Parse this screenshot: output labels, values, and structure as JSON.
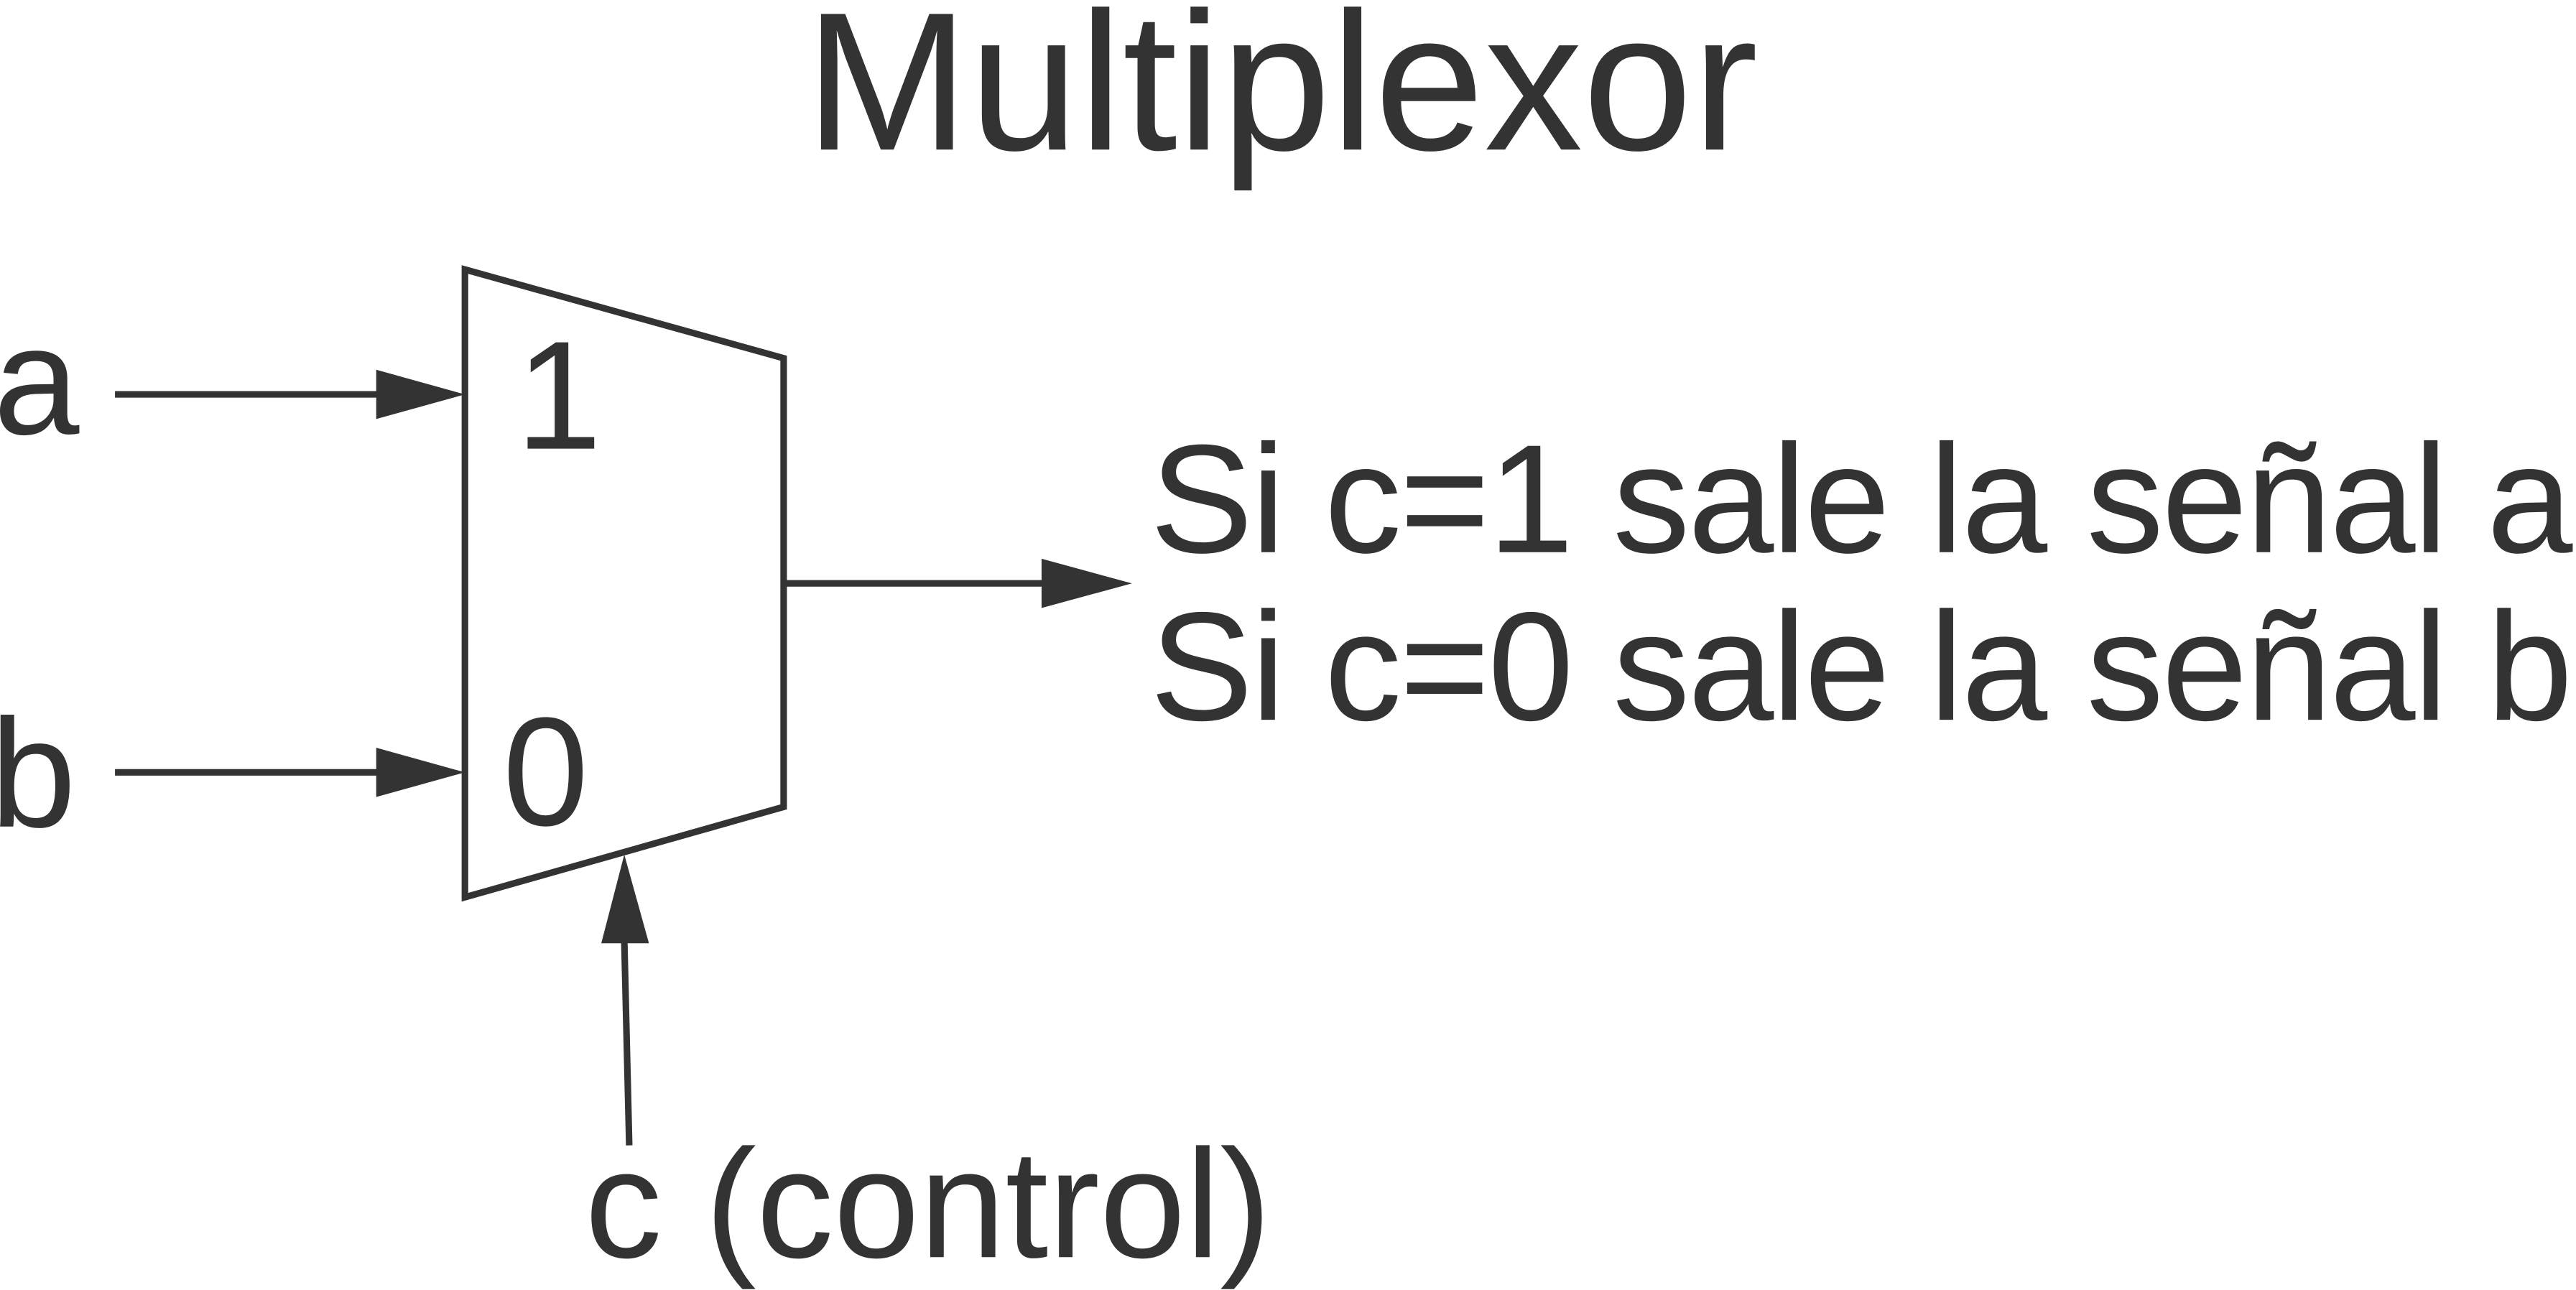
{
  "title": "Multiplexor",
  "inputs": {
    "a": "a",
    "b": "b"
  },
  "mux_labels": {
    "in1": "1",
    "in0": "0"
  },
  "control_label": "c (control)",
  "description": [
    "Si c=1 sale la señal a",
    "Si c=0 sale la señal b"
  ],
  "colors": {
    "stroke": "#333333",
    "text": "#333333",
    "background": "#ffffff"
  }
}
